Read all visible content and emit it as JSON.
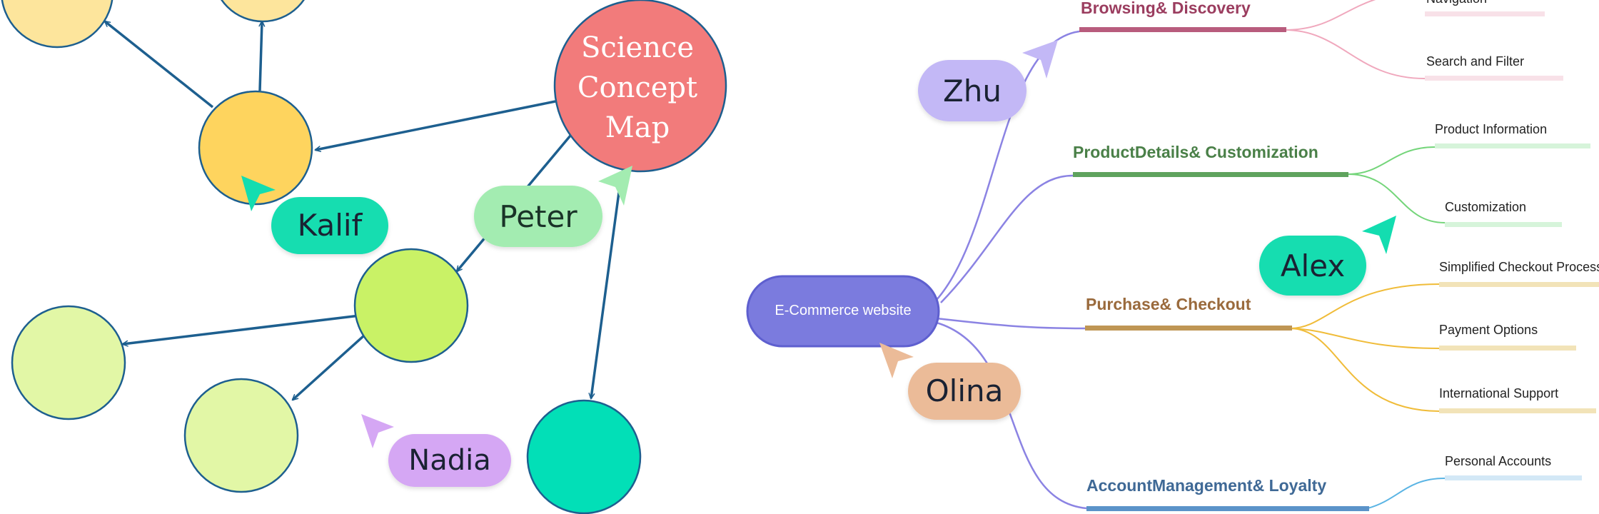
{
  "concept_map": {
    "title_lines": [
      "Science",
      "Concept",
      "Map"
    ],
    "colors": {
      "edge": "#1d5f8f",
      "title_node": "#f27b7b",
      "yellow_light": "#fde59c",
      "orange": "#fed45e",
      "lime": "#c9f266",
      "lime_light": "#e2f7a6",
      "teal": "#02dfb7"
    }
  },
  "mind_map": {
    "root": "E-Commerce website",
    "root_color": "#7b7bde",
    "branches": [
      {
        "title": "Browsing& Discovery",
        "color": "#9b3d5f",
        "line_color": "#b85c7d",
        "leaf_color": "#f0a8bd",
        "leaves": [
          "Navigation",
          "Search and Filter"
        ]
      },
      {
        "title": "ProductDetails& Customization",
        "color": "#4a8048",
        "line_color": "#5fa35e",
        "leaf_color": "#74d57a",
        "leaves": [
          "Product Information",
          "Customization"
        ]
      },
      {
        "title": "Purchase& Checkout",
        "color": "#9a6a3c",
        "line_color": "#bf9654",
        "leaf_color": "#f0bc39",
        "leaves": [
          "Simplified Checkout Process",
          "Payment Options",
          "International  Support"
        ]
      },
      {
        "title": "AccountManagement& Loyalty",
        "color": "#3f6996",
        "line_color": "#5b93c9",
        "leaf_color": "#5ab4e4",
        "leaves": [
          "Personal Accounts"
        ]
      }
    ]
  },
  "collaborators": [
    {
      "name": "Kalif",
      "color": "#13ddb0"
    },
    {
      "name": "Peter",
      "color": "#a3ecb1"
    },
    {
      "name": "Nadia",
      "color": "#d5a7f4"
    },
    {
      "name": "Zhu",
      "color": "#c3b8f6"
    },
    {
      "name": "Alex",
      "color": "#13ddb0"
    },
    {
      "name": "Olina",
      "color": "#ebbb98"
    }
  ]
}
